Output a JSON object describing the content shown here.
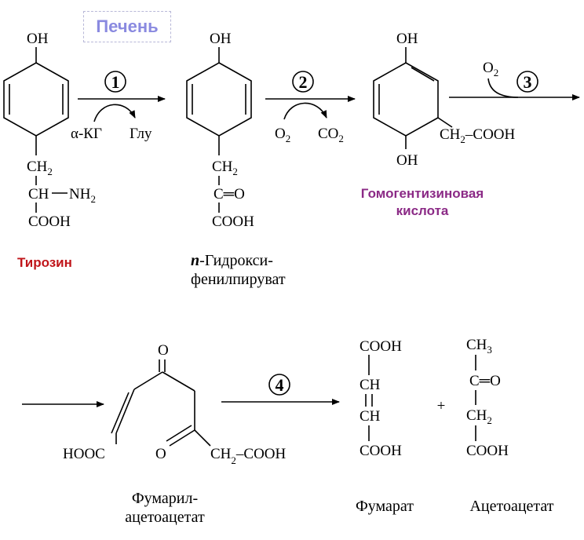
{
  "organ": "Печень",
  "steps": [
    "1",
    "2",
    "3",
    "4"
  ],
  "colors": {
    "tyrosine_label": "#c0151a",
    "hga_label": "#8b2a86",
    "organ": "#8a8ae0"
  },
  "reagents": {
    "step1_in": "α-КГ",
    "step1_out": "Глу",
    "step2_in": "O",
    "step2_in_sub": "2",
    "step2_out": "CO",
    "step2_out_sub": "2",
    "step3_in": "O",
    "step3_in_sub": "2"
  },
  "tyrosine": {
    "oh": "OH",
    "ch2": "CH",
    "ch2_sub": "2",
    "ch": "CH",
    "nh2": "NH",
    "nh2_sub": "2",
    "cooh": "COOH",
    "name": "Тирозин"
  },
  "hppa": {
    "oh": "OH",
    "ch2": "CH",
    "ch2_sub": "2",
    "c_eq_o": "C═O",
    "cooh": "COOH",
    "name_prefix": "п",
    "name_line1": "-Гидрокси-",
    "name_line2": "фенилпируват"
  },
  "hga": {
    "oh_top": "OH",
    "oh_bottom": "OH",
    "side_chain": "CH",
    "side_sub": "2",
    "side_rest": "COOH",
    "name_line1": "Гомогентизиновая",
    "name_line2": "кислота"
  },
  "fumarylacetoacetate": {
    "o_top": "O",
    "o_bottom": "O",
    "hooc": "HOOC",
    "ch2": "CH",
    "ch2_sub": "2",
    "cooh": "COOH",
    "name_line1": "Фумарил-",
    "name_line2": "ацетоацетат"
  },
  "fumarate": {
    "cooh_top": "COOH",
    "ch1": "CH",
    "ch2": "CH",
    "cooh_bottom": "COOH",
    "name": "Фумарат"
  },
  "plus": "+",
  "acetoacetate": {
    "ch3": "CH",
    "ch3_sub": "3",
    "c_eq_o": "C═O",
    "ch2": "CH",
    "ch2_sub": "2",
    "cooh": "COOH",
    "name": "Ацетоацетат"
  }
}
